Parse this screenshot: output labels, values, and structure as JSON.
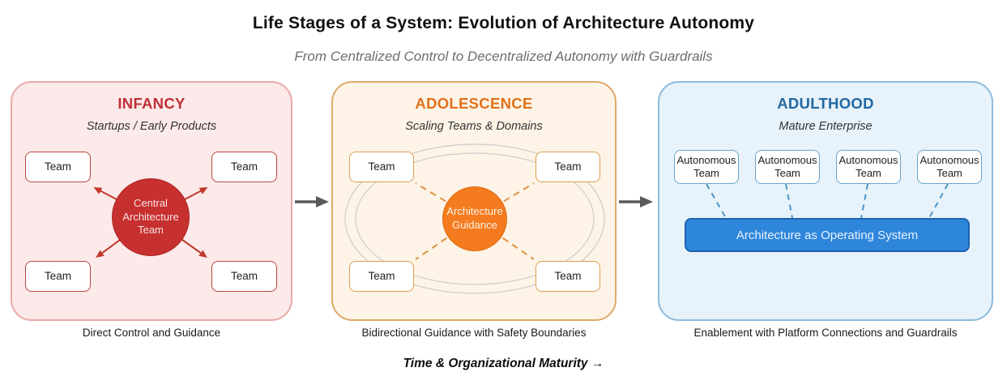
{
  "header": {
    "title": "Life Stages of a System: Evolution of Architecture Autonomy",
    "subtitle": "From Centralized Control to Decentralized Autonomy with Guardrails"
  },
  "stages": [
    {
      "title": "INFANCY",
      "subtitle": "Startups / Early Products",
      "teams": [
        "Team",
        "Team",
        "Team",
        "Team"
      ],
      "center": "Central Architecture Team",
      "caption": "Direct Control and Guidance"
    },
    {
      "title": "ADOLESCENCE",
      "subtitle": "Scaling Teams & Domains",
      "teams": [
        "Team",
        "Team",
        "Team",
        "Team"
      ],
      "center": "Architecture Guidance",
      "caption": "Bidirectional Guidance with Safety Boundaries"
    },
    {
      "title": "ADULTHOOD",
      "subtitle": "Mature Enterprise",
      "teams": [
        "Autonomous Team",
        "Autonomous Team",
        "Autonomous Team",
        "Autonomous Team"
      ],
      "platform": "Architecture as Operating System",
      "caption": "Enablement with Platform Connections and Guardrails"
    }
  ],
  "axis_label": "Time & Organizational Maturity →",
  "colors": {
    "infancy_accent": "#BE3036",
    "infancy_panel_bg": "#FCE9E9",
    "infancy_panel_border": "#E9A9A9",
    "infancy_node_fill": "#C6302F",
    "infancy_arrow": "#C0392B",
    "adolescence_accent": "#E2701B",
    "adolescence_panel_bg": "#FDF4E7",
    "adolescence_panel_border": "#DFA868",
    "adolescence_node_fill": "#F47B1F",
    "adolescence_dash": "#E0913F",
    "adulthood_accent": "#2268A2",
    "adulthood_panel_bg": "#E7F2FA",
    "adulthood_panel_border": "#8CBBDB",
    "adulthood_dash": "#4E94C8",
    "platform_bar_fill": "#2E86DB",
    "platform_bar_border": "#1C63AE",
    "transition_arrow": "#5A5A5A",
    "boundary_ellipse": "#CBCBCB"
  }
}
